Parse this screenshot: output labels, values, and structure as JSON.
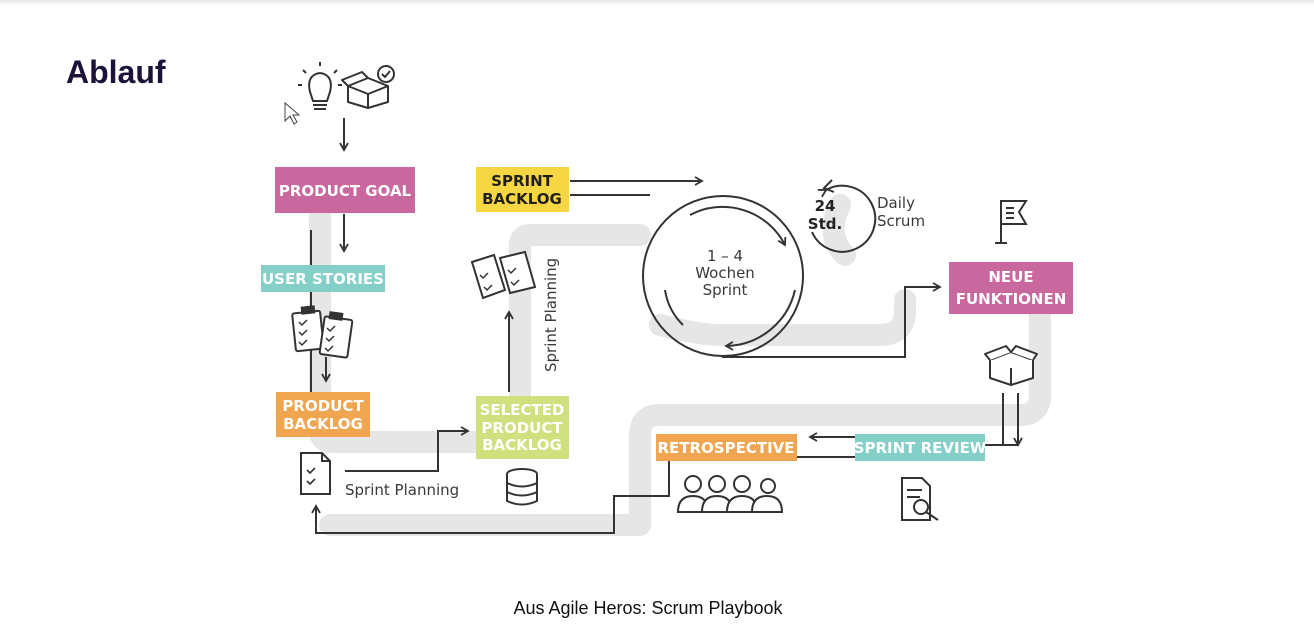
{
  "page": {
    "title": "Ablauf",
    "caption": "Aus Agile Heros: Scrum Playbook"
  },
  "diagram": {
    "boxes": {
      "product_goal": "PRODUCT GOAL",
      "user_stories": "USER STORIES",
      "product_backlog_1": "PRODUCT",
      "product_backlog_2": "BACKLOG",
      "sprint_backlog_1": "SPRINT",
      "sprint_backlog_2": "BACKLOG",
      "selected_1": "SELECTED",
      "selected_2": "PRODUCT",
      "selected_3": "BACKLOG",
      "neue_1": "NEUE",
      "neue_2": "FUNKTIONEN",
      "retrospective": "RETROSPECTIVE",
      "sprint_review": "SPRINT REVIEW"
    },
    "labels": {
      "sprint_planning_horizontal": "Sprint Planning",
      "sprint_planning_vertical": "Sprint Planning",
      "sprint_cycle_1": "1 – 4",
      "sprint_cycle_2": "Wochen",
      "sprint_cycle_3": "Sprint",
      "daily_hours_1": "24",
      "daily_hours_2": "Std.",
      "daily_scrum_1": "Daily",
      "daily_scrum_2": "Scrum"
    },
    "colors": {
      "pink": "#c9689f",
      "teal": "#84cfc8",
      "orange": "#f0a650",
      "yellow": "#f7d644",
      "lime": "#cfe07f",
      "path": "#e6e6e6",
      "line": "#333333"
    }
  }
}
